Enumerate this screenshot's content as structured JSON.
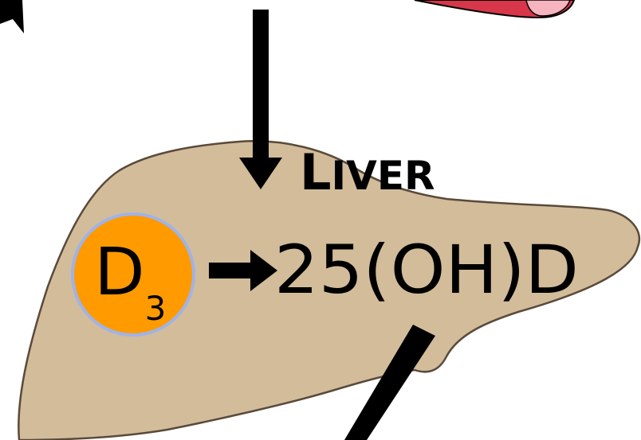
{
  "diagram": {
    "organ_label_cap": "L",
    "organ_label_rest": "IVER",
    "input": {
      "symbol": "D",
      "subscript": "3"
    },
    "product": "25(OH)D",
    "colors": {
      "liver_fill": "#d2bc9a",
      "liver_outline": "#5a4a3a",
      "circle_fill": "#ff9a00",
      "circle_outline": "#9fb3e8",
      "arrows": "#000000",
      "organ_top": "#d8364a"
    }
  }
}
